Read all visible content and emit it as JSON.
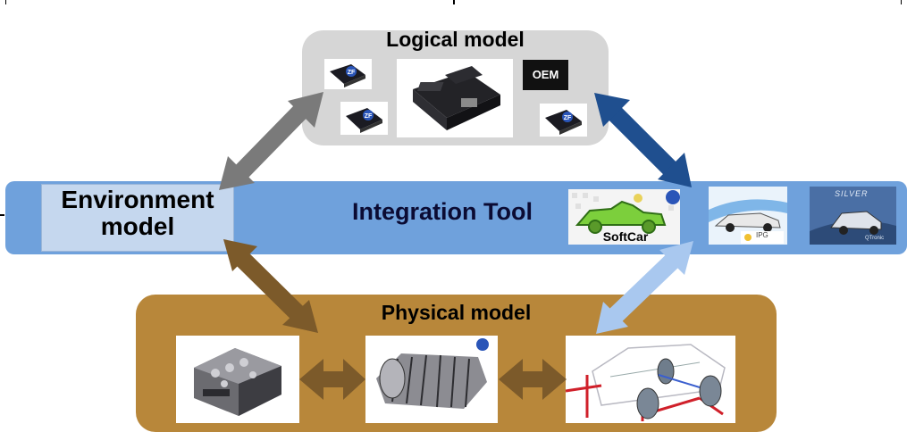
{
  "diagram": {
    "logical_title": "Logical model",
    "oem_label": "OEM",
    "environment_label_line1": "Environment",
    "environment_label_line2": "model",
    "integration_label": "Integration Tool",
    "softcar_label": "SoftCar",
    "ipg_label": "IPG",
    "silver_label": "SILVER",
    "qtronic_label": "QTronic",
    "physical_title": "Physical model"
  },
  "colors": {
    "logical_panel": "#d6d6d6",
    "integration_band": "#6fa1dc",
    "environment_box": "#c5d7ee",
    "physical_panel": "#b8873a",
    "arrow_gray": "#7a7a7a",
    "arrow_dark_blue": "#1f4f8f",
    "arrow_light_blue": "#a9c8ef",
    "arrow_brown": "#7c5a2a"
  },
  "icons": [
    "ecu-module-icon",
    "zf-logo-icon",
    "oem-badge",
    "softcar-car-icon",
    "ipg-car-icon",
    "silver-car-icon",
    "engine-icon",
    "transmission-icon",
    "chassis-icon"
  ]
}
